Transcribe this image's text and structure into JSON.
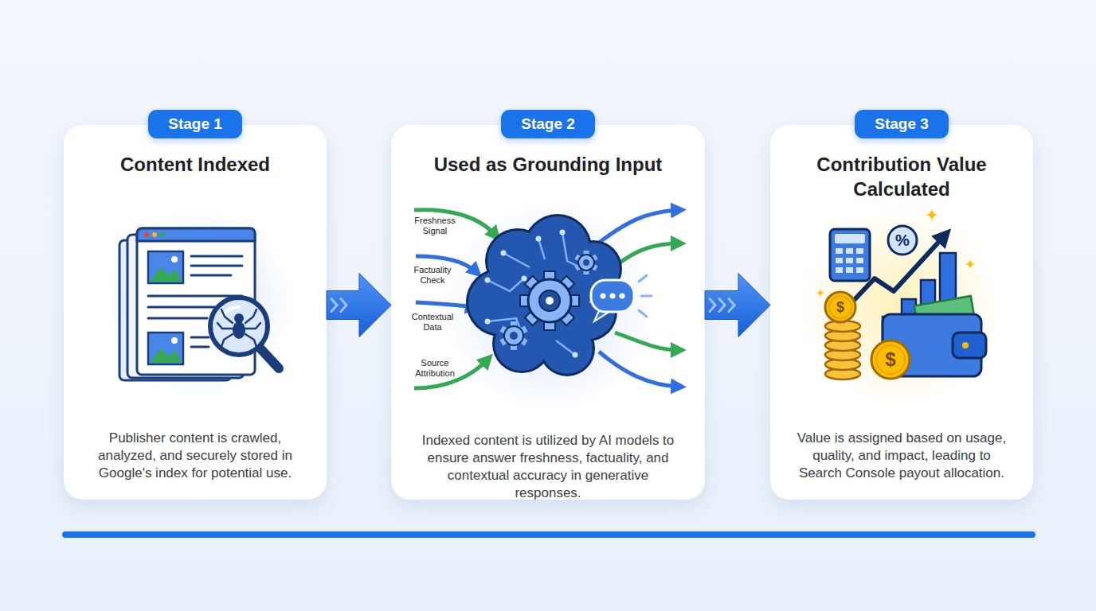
{
  "diagram": {
    "nodes": [
      {
        "text": [
          "Content Indexed",
          "Publisher content is crawled, analyzed, and securely stored in Google's index for potential use."
        ]
      },
      {
        "text": [
          "Stage 1"
        ],
        "in": 0
      },
      {
        "text": [
          "Used as Grounding Input",
          "Indexed content is utilized by AI models to ensure answer freshness, factuality, and contextual accuracy in generative responses."
        ]
      },
      {
        "text": [
          "Stage 2"
        ],
        "in": 2
      },
      {
        "text": [
          "Contribution Value Calculated",
          "Value is assigned based on usage, quality, and impact, leading to Search Console payout allocation."
        ]
      },
      {
        "text": [
          "Stage 3"
        ],
        "in": 4
      }
    ],
    "edges": [
      {
        "from": 0,
        "to": 2,
        "arrow": "to"
      },
      {
        "from": 2,
        "to": 4,
        "arrow": "to"
      }
    ],
    "labels": [
      "Freshness Signal",
      "Factuality Check",
      "Contextual Data",
      "Source Attribution",
      "%",
      "$",
      "$"
    ]
  }
}
